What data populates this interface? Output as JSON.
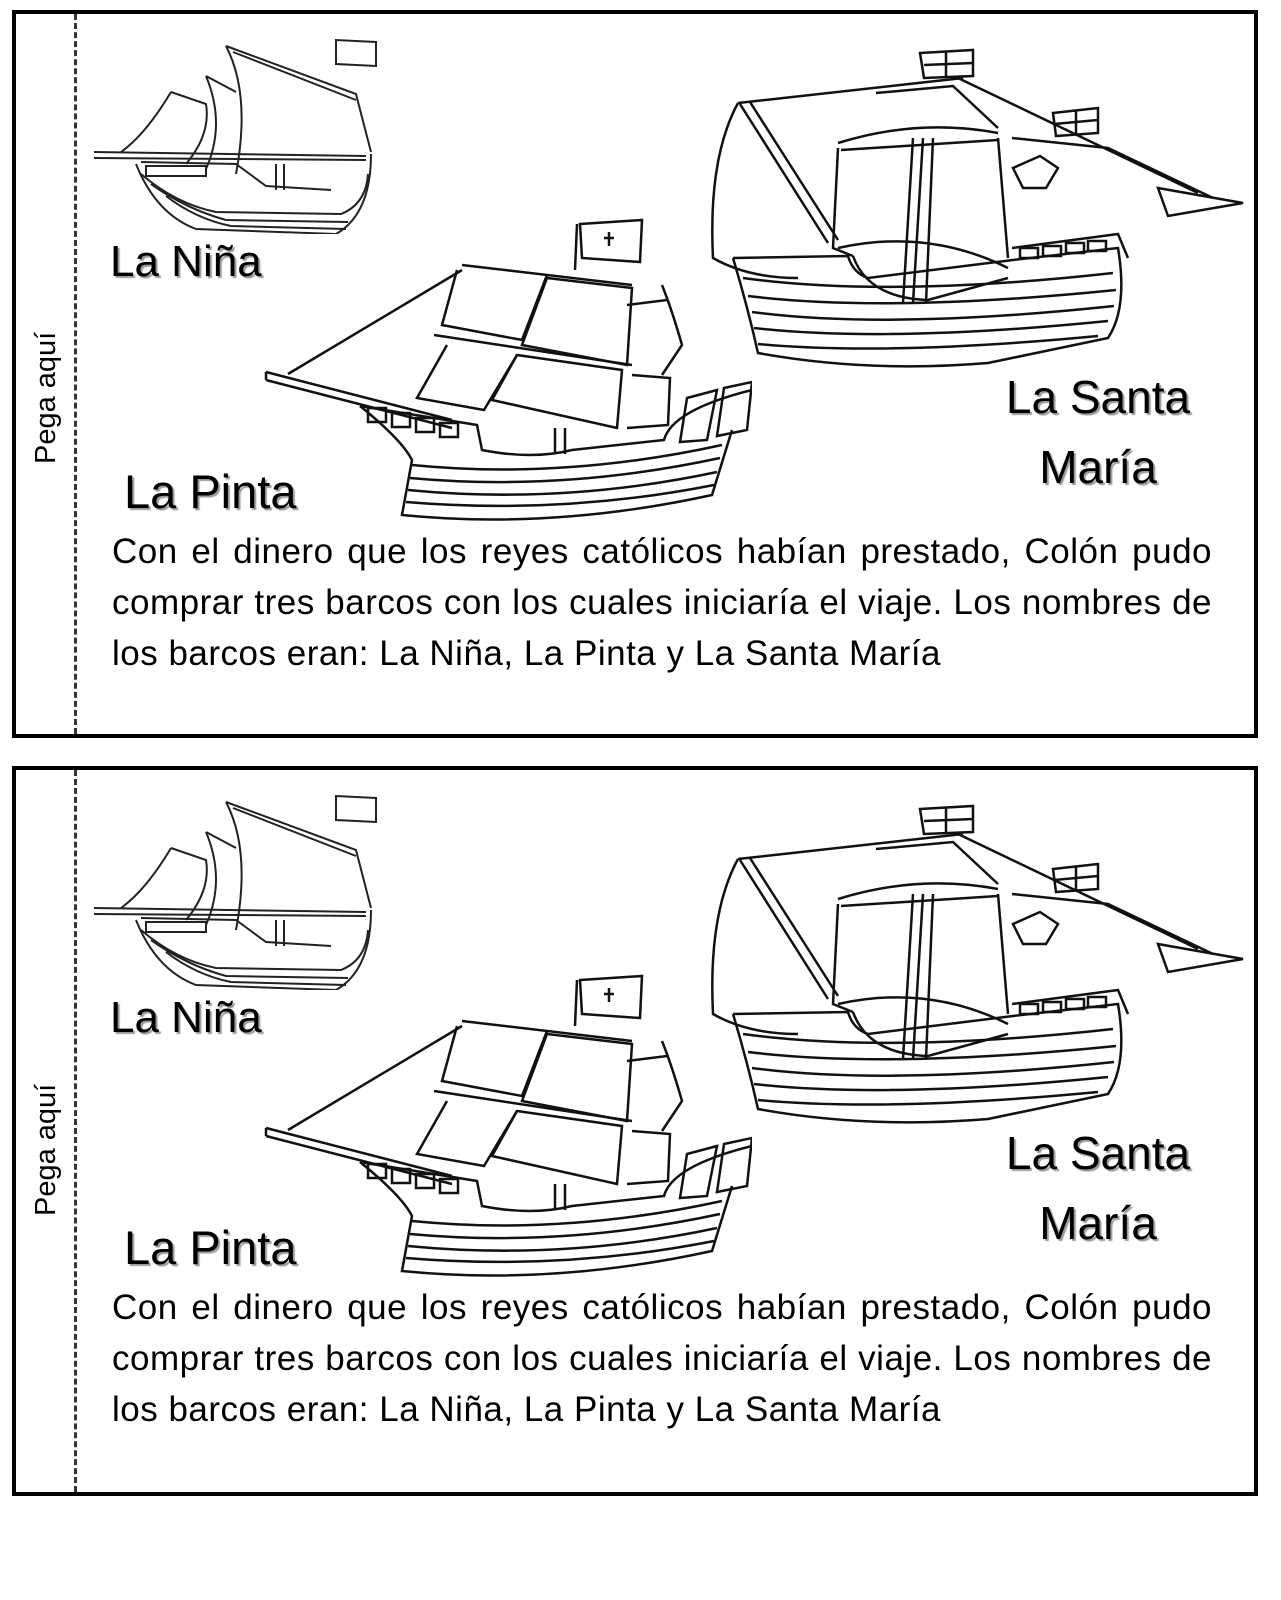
{
  "cards": [
    {
      "side_label": "Pega aquí",
      "ships": {
        "nina": "La Niña",
        "pinta": "La Pinta",
        "santa_maria": "La Santa María",
        "santa_maria_line1": "La Santa",
        "santa_maria_line2": "María"
      },
      "paragraph": "Con el dinero que los reyes católicos habían prestado, Colón pudo comprar tres barcos con los cuales iniciaría el viaje. Los nombres de los barcos eran: La Niña, La Pinta y La Santa María"
    },
    {
      "side_label": "Pega aquí",
      "ships": {
        "nina": "La Niña",
        "pinta": "La Pinta",
        "santa_maria": "La Santa María",
        "santa_maria_line1": "La Santa",
        "santa_maria_line2": "María"
      },
      "paragraph": "Con el dinero que los reyes católicos habían prestado, Colón pudo comprar tres barcos con los cuales iniciaría el viaje. Los nombres de los barcos eran: La Niña, La Pinta y La Santa María"
    }
  ],
  "colors": {
    "ink": "#000000",
    "border": "#000000",
    "background": "#ffffff",
    "label_shadow": "#9a9a9a"
  },
  "icons": [
    "ship-nina-icon",
    "ship-pinta-icon",
    "ship-santa-maria-icon",
    "flag-cross-icon"
  ]
}
